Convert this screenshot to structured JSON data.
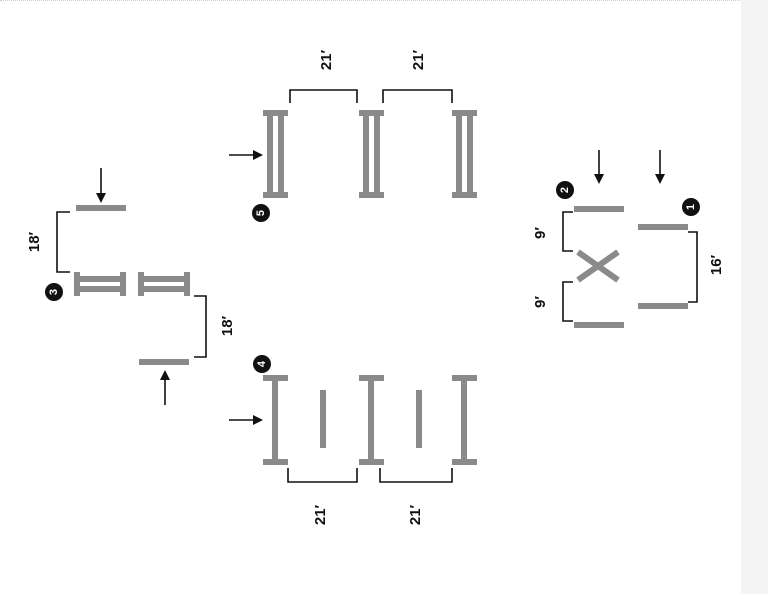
{
  "colors": {
    "bar": "#8a8a8a",
    "ink": "#111111",
    "badge": "#111111"
  },
  "diagram_1": {
    "badge": "1",
    "spacing": "16′"
  },
  "diagram_2": {
    "badge": "2",
    "spacing_top": "9′",
    "spacing_bottom": "9′"
  },
  "diagram_3": {
    "badge": "3",
    "spacing_top": "18′",
    "spacing_bottom": "18′"
  },
  "diagram_4": {
    "badge": "4",
    "spacing_left": "21′",
    "spacing_right": "21′"
  },
  "diagram_5": {
    "badge": "5",
    "spacing_left": "21′",
    "spacing_right": "21′"
  }
}
